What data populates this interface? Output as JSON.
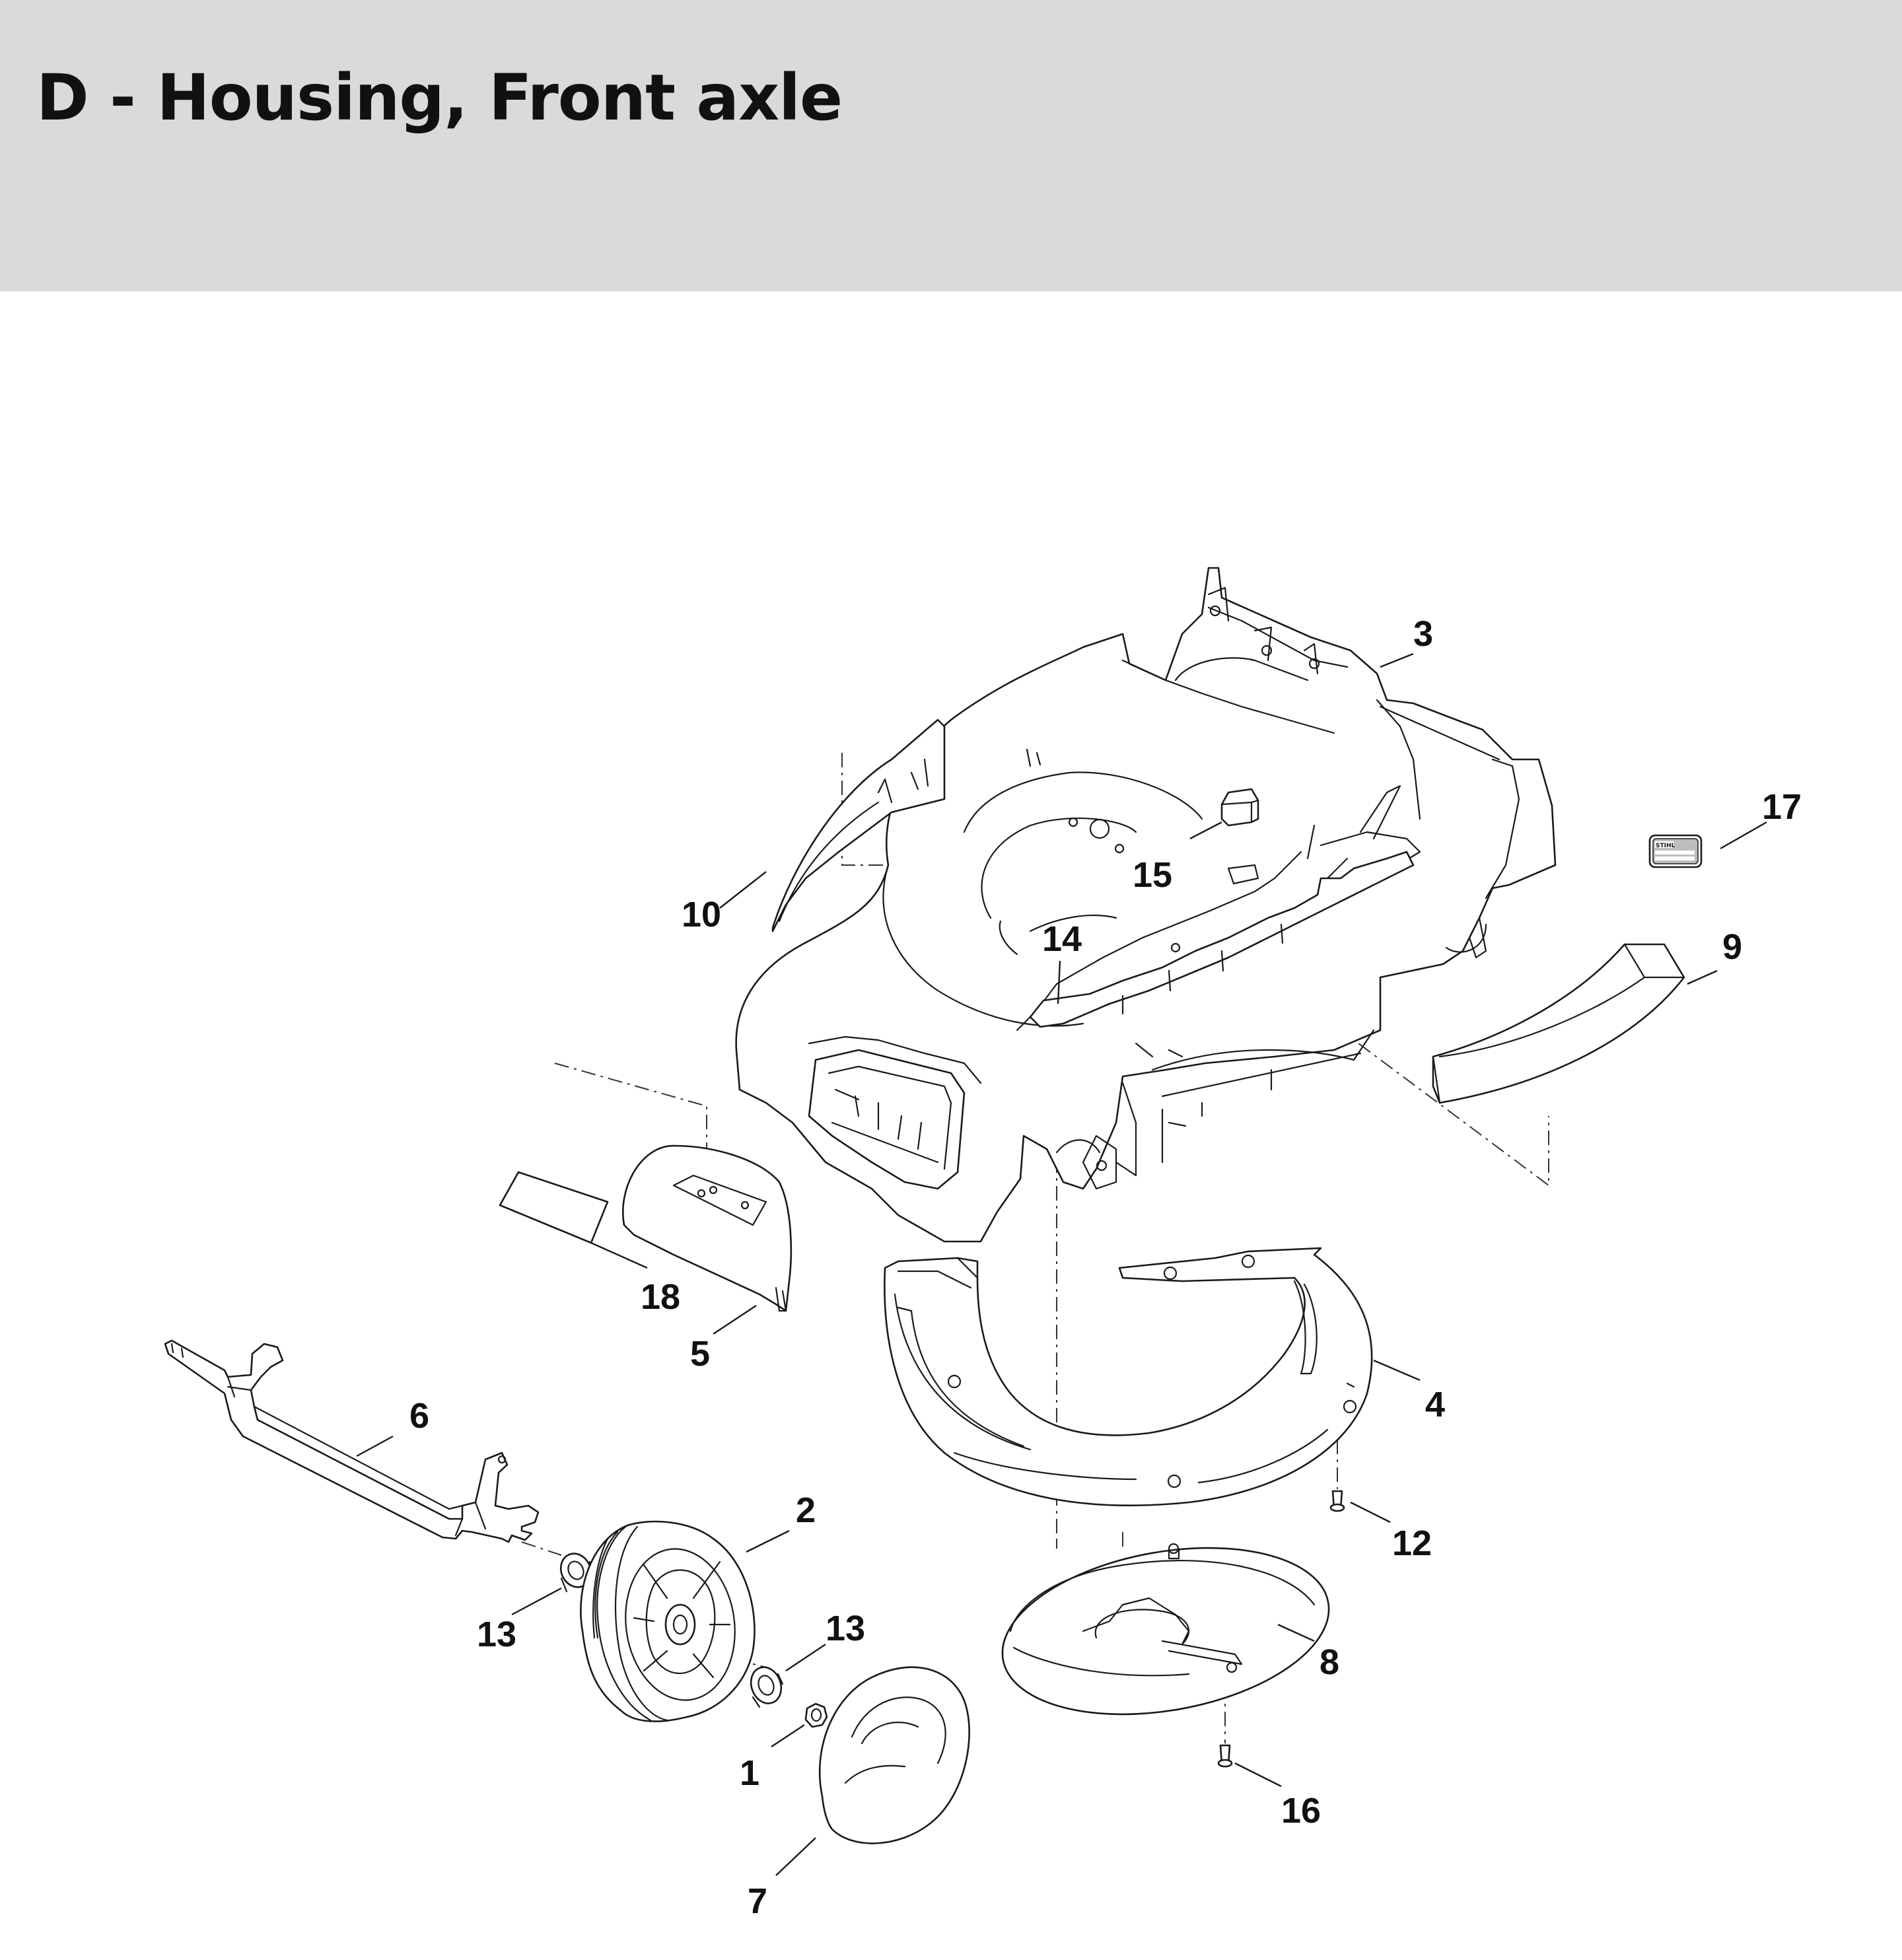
{
  "header": {
    "title": "D - Housing, Front axle",
    "background_color": "#d9dbda"
  },
  "label_plate": {
    "brand": "STIHL"
  },
  "callouts": [
    {
      "id": "c3",
      "label": "3"
    },
    {
      "id": "c17",
      "label": "17"
    },
    {
      "id": "c15",
      "label": "15"
    },
    {
      "id": "c10",
      "label": "10"
    },
    {
      "id": "c14",
      "label": "14"
    },
    {
      "id": "c9",
      "label": "9"
    },
    {
      "id": "c18",
      "label": "18"
    },
    {
      "id": "c5",
      "label": "5"
    },
    {
      "id": "c4",
      "label": "4"
    },
    {
      "id": "c6",
      "label": "6"
    },
    {
      "id": "c2",
      "label": "2"
    },
    {
      "id": "c12",
      "label": "12"
    },
    {
      "id": "c13a",
      "label": "13"
    },
    {
      "id": "c13b",
      "label": "13"
    },
    {
      "id": "c8",
      "label": "8"
    },
    {
      "id": "c1",
      "label": "1"
    },
    {
      "id": "c16",
      "label": "16"
    },
    {
      "id": "c7",
      "label": "7"
    }
  ]
}
